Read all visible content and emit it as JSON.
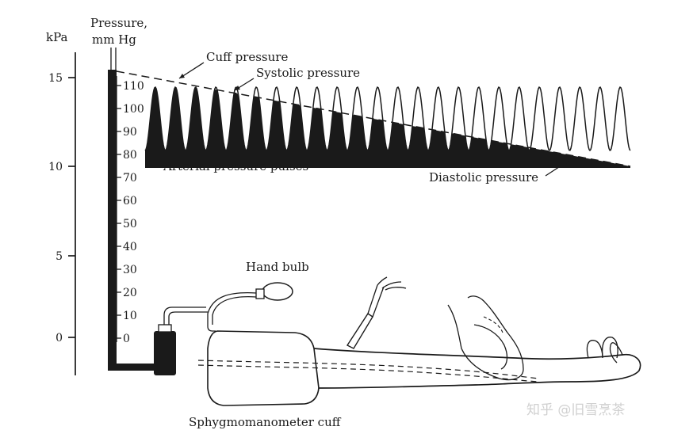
{
  "labels": {
    "kpa": "kPa",
    "pressure_line1": "Pressure,",
    "pressure_line2": "mm Hg",
    "cuff_pressure": "Cuff pressure",
    "systolic_pressure": "Systolic pressure",
    "arterial_pulses": "Arterial pressure pulses",
    "diastolic_pressure": "Diastolic pressure",
    "hand_bulb": "Hand bulb",
    "cuff": "Sphygmomanometer cuff"
  },
  "kpa_ticks": [
    "15",
    "10",
    "5",
    "0"
  ],
  "mmhg_ticks": [
    "110",
    "100",
    "90",
    "80",
    "70",
    "60",
    "50",
    "40",
    "30",
    "20",
    "10",
    "0"
  ],
  "watermark": "知乎 @旧雪烹茶"
}
